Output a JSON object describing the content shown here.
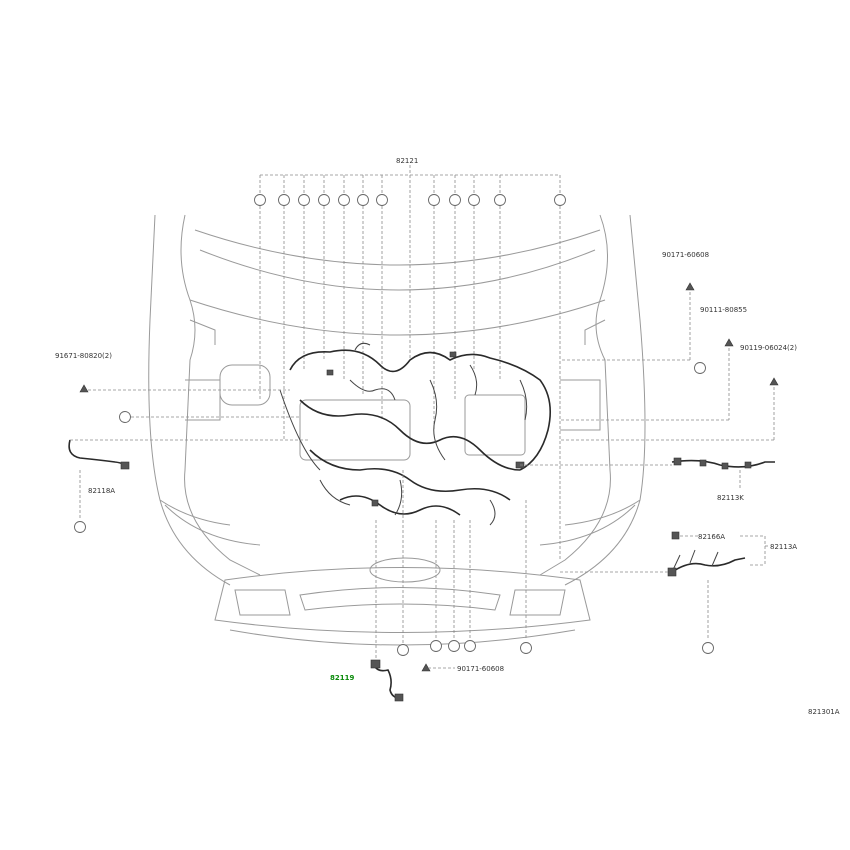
{
  "labels": {
    "main_harness": "82121",
    "bolt_top_right_1": "90171-60608",
    "bolt_top_right_2": "90111-80855",
    "bolt_right": "90119-06024(2)",
    "bolt_left": "91671-80820(2)",
    "left_harness": "82118A",
    "right_harness": "82113K",
    "connector_a": "82166A",
    "connector_group": "82113A",
    "highlighted_part": "82119",
    "bolt_bottom": "90171-60608",
    "figure_code": "821301A"
  },
  "colors": {
    "highlight": "#0a8a0a",
    "line": "#8a8a8a",
    "harness": "#2a2a2a"
  }
}
